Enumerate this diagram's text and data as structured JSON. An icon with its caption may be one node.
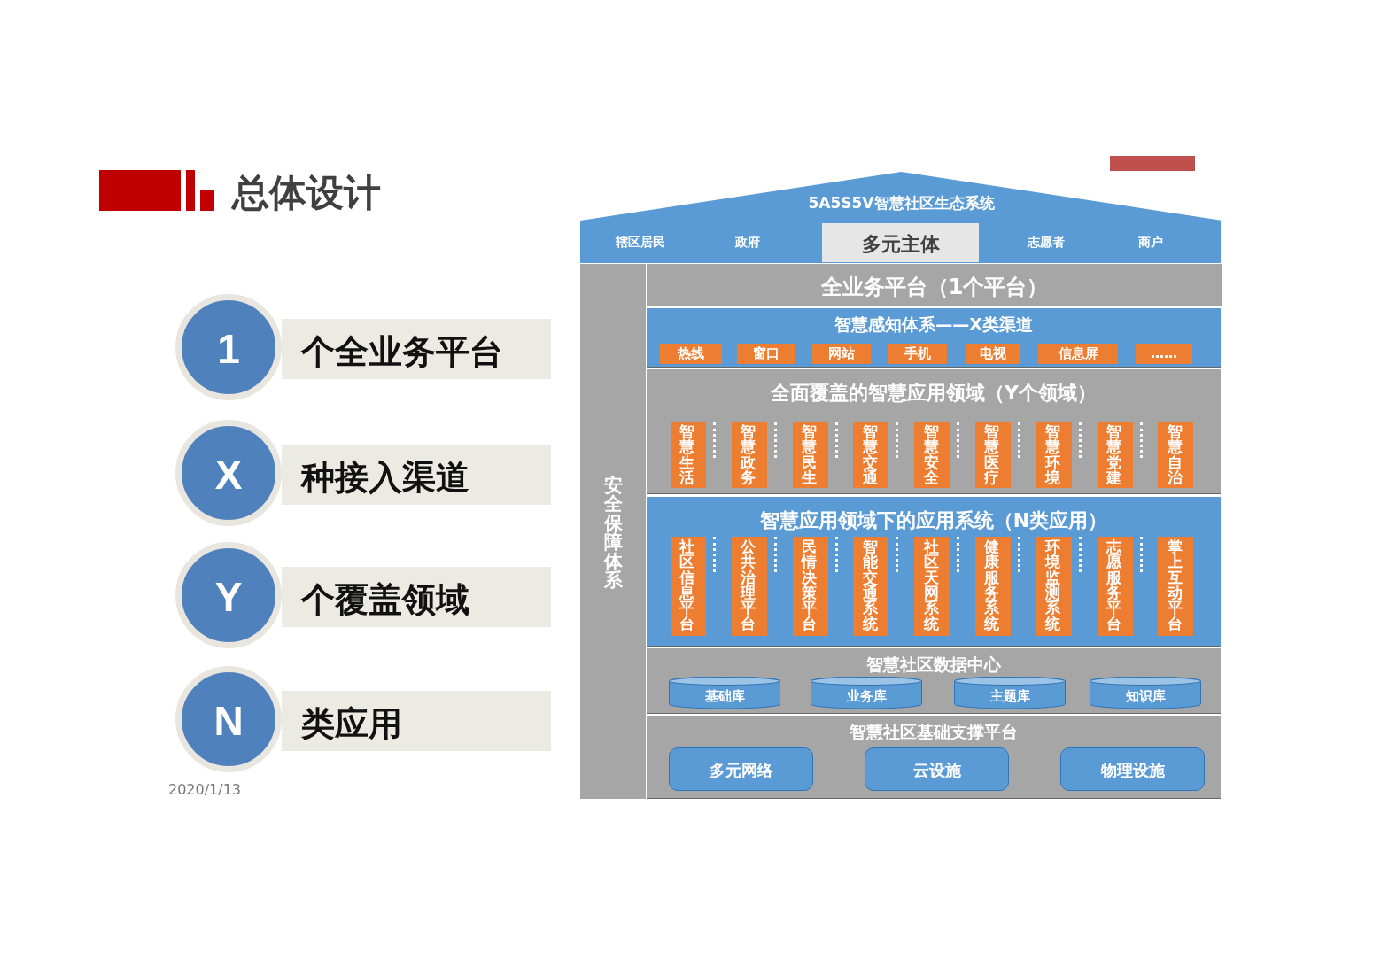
{
  "diagram": {
    "title": "总体设计",
    "nodes": [
      {
        "text": [
          "5A5S5V智慧社区生态系统"
        ]
      },
      {
        "text": [
          "辖区居民",
          "政府",
          "志愿者",
          "商户"
        ]
      },
      {
        "text": [
          "多元主体"
        ],
        "in": 1
      },
      {
        "text": [
          "安全保障体系"
        ]
      },
      {
        "text": [
          "全业务平台（1个平台）"
        ]
      },
      {
        "text": [
          "智慧感知体系——X类渠道"
        ]
      },
      {
        "text": [
          "热线"
        ],
        "in": 5
      },
      {
        "text": [
          "窗口"
        ],
        "in": 5
      },
      {
        "text": [
          "网站"
        ],
        "in": 5
      },
      {
        "text": [
          "手机"
        ],
        "in": 5
      },
      {
        "text": [
          "电视"
        ],
        "in": 5
      },
      {
        "text": [
          "信息屏"
        ],
        "in": 5
      },
      {
        "text": [
          "……"
        ],
        "in": 5
      },
      {
        "text": [
          "全面覆盖的智慧应用领域（Y个领域）"
        ]
      },
      {
        "text": [
          "智慧生活"
        ],
        "in": 13
      },
      {
        "text": [
          "智慧政务"
        ],
        "in": 13
      },
      {
        "text": [
          "智慧民生"
        ],
        "in": 13
      },
      {
        "text": [
          "智慧交通"
        ],
        "in": 13
      },
      {
        "text": [
          "智慧安全"
        ],
        "in": 13
      },
      {
        "text": [
          "智慧医疗"
        ],
        "in": 13
      },
      {
        "text": [
          "智慧环境"
        ],
        "in": 13
      },
      {
        "text": [
          "智慧党建"
        ],
        "in": 13
      },
      {
        "text": [
          "智慧自治"
        ],
        "in": 13
      },
      {
        "text": [
          "智慧应用领域下的应用系统（N类应用）"
        ]
      },
      {
        "text": [
          "社区信息平台"
        ],
        "in": 23
      },
      {
        "text": [
          "公共治理平台"
        ],
        "in": 23
      },
      {
        "text": [
          "民情决策平台"
        ],
        "in": 23
      },
      {
        "text": [
          "智能交通系统"
        ],
        "in": 23
      },
      {
        "text": [
          "社区天网系统"
        ],
        "in": 23
      },
      {
        "text": [
          "健康服务系统"
        ],
        "in": 23
      },
      {
        "text": [
          "环境监测系统"
        ],
        "in": 23
      },
      {
        "text": [
          "志愿服务平台"
        ],
        "in": 23
      },
      {
        "text": [
          "掌上互动平台"
        ],
        "in": 23
      },
      {
        "text": [
          "智慧社区数据中心"
        ]
      },
      {
        "text": [
          "基础库"
        ],
        "in": 33
      },
      {
        "text": [
          "业务库"
        ],
        "in": 33
      },
      {
        "text": [
          "主题库"
        ],
        "in": 33
      },
      {
        "text": [
          "知识库"
        ],
        "in": 33
      },
      {
        "text": [
          "智慧社区基础支撑平台"
        ]
      },
      {
        "text": [
          "多元网络"
        ],
        "in": 38
      },
      {
        "text": [
          "云设施"
        ],
        "in": 38
      },
      {
        "text": [
          "物理设施"
        ],
        "in": 38
      },
      {
        "text": [
          "1"
        ]
      },
      {
        "text": [
          "个全业务平台"
        ]
      },
      {
        "text": [
          "X"
        ]
      },
      {
        "text": [
          "种接入渠道"
        ]
      },
      {
        "text": [
          "Y"
        ]
      },
      {
        "text": [
          "个覆盖领域"
        ]
      },
      {
        "text": [
          "N"
        ]
      },
      {
        "text": [
          "类应用"
        ]
      }
    ],
    "edges": [],
    "labels": [
      "2020/1/13"
    ]
  }
}
